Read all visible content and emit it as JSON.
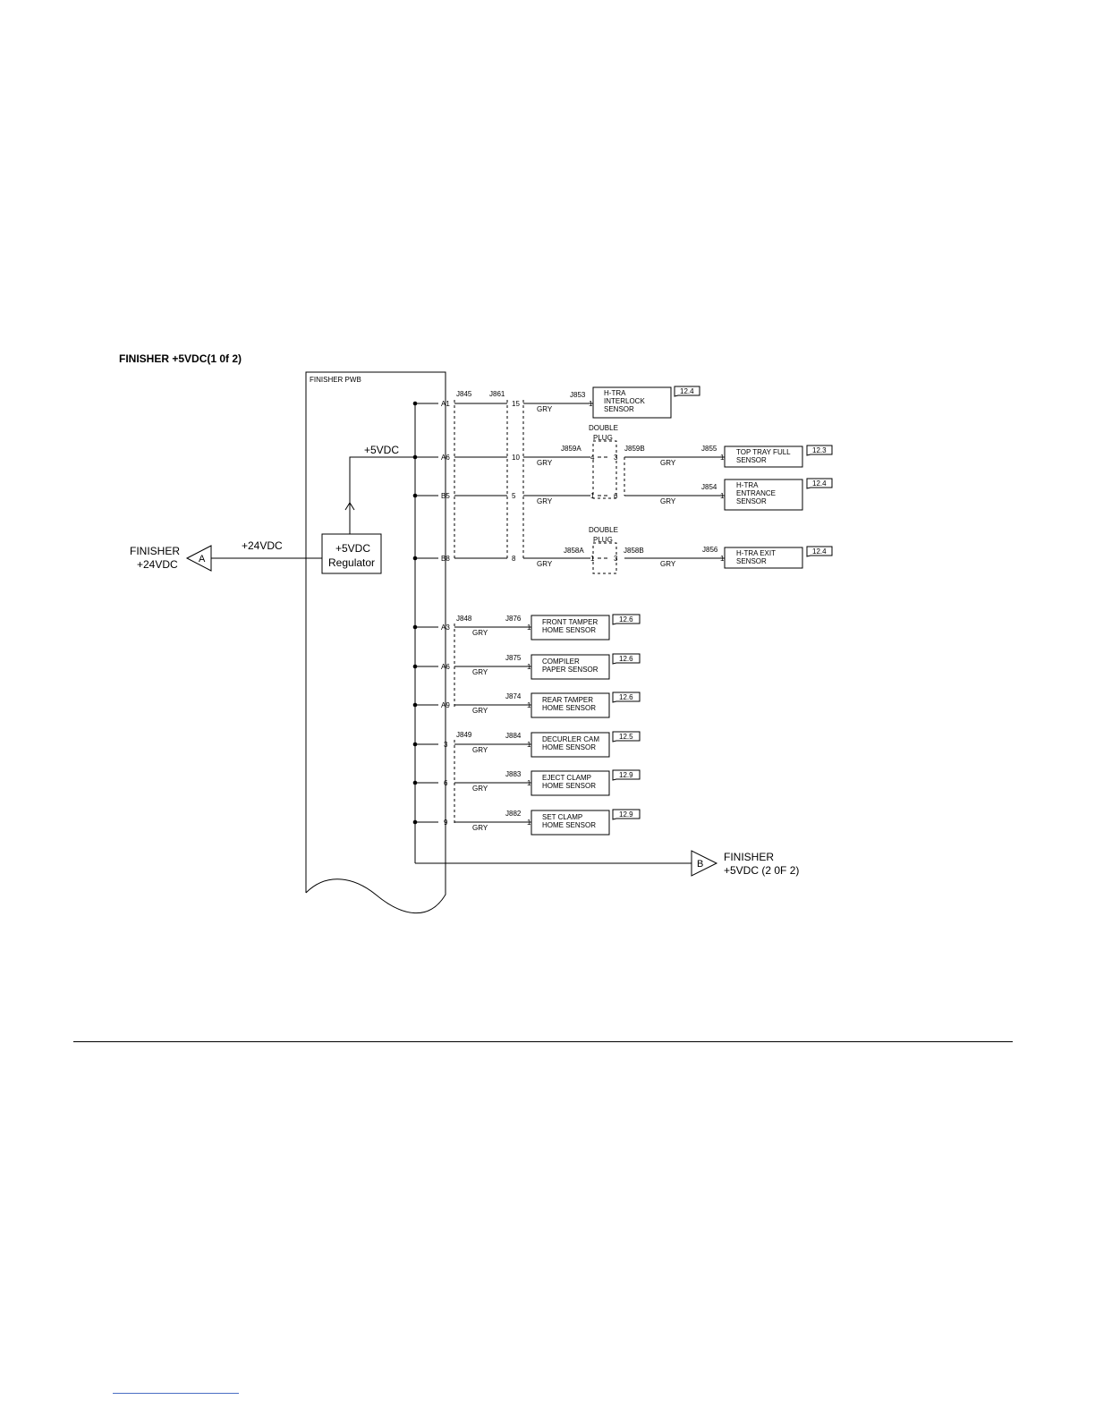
{
  "title": "FINISHER +5VDC(1 0f 2)",
  "pwb": {
    "label": "FINISHER PWB"
  },
  "regulator": {
    "line1": "+5VDC",
    "line2": "Regulator"
  },
  "inputs": {
    "v24_label": "+24VDC",
    "v5_label": "+5VDC",
    "connector_a": {
      "letter": "A",
      "label1": "FINISHER",
      "label2": "+24VDC"
    },
    "connector_b": {
      "letter": "B",
      "label1": "FINISHER",
      "label2": "+5VDC (2 0F 2)"
    }
  },
  "connectors": {
    "j845": "J845",
    "j861": "J861",
    "j848": "J848",
    "j849": "J849"
  },
  "double_plugs": [
    {
      "l1": "DOUBLE",
      "l2": "PLUG",
      "left": "J859A",
      "right": "J859B",
      "pins": [
        {
          "a": "4",
          "b": "3"
        },
        {
          "a": "1",
          "b": "6"
        }
      ]
    },
    {
      "l1": "DOUBLE",
      "l2": "PLUG",
      "left": "J858A",
      "right": "J858B",
      "pins": [
        {
          "a": "1",
          "b": "3"
        }
      ]
    }
  ],
  "wire_color": "GRY",
  "upper_lines": [
    {
      "pin": "A1",
      "j861pin": "15",
      "conn": "J853",
      "cpin": "1",
      "sensor": [
        "H-TRA",
        "INTERLOCK",
        "SENSOR"
      ],
      "ref": "12.4"
    },
    {
      "pin": "A6",
      "j861pin": "10",
      "conn": "J855",
      "cpin": "1",
      "sensor": [
        "TOP TRAY FULL",
        "SENSOR"
      ],
      "ref": "12.3"
    },
    {
      "pin": "B5",
      "j861pin": "5",
      "conn": "J854",
      "cpin": "1",
      "sensor": [
        "H-TRA",
        "ENTRANCE",
        "SENSOR"
      ],
      "ref": "12.4"
    },
    {
      "pin": "B8",
      "j861pin": "8",
      "conn": "J856",
      "cpin": "1",
      "sensor": [
        "H-TRA EXIT",
        "SENSOR"
      ],
      "ref": "12.4"
    }
  ],
  "lower_lines": [
    {
      "pin": "A3",
      "conn": "J876",
      "cpin": "1",
      "sensor": [
        "FRONT TAMPER",
        "HOME SENSOR"
      ],
      "ref": "12.6"
    },
    {
      "pin": "A6",
      "conn": "J875",
      "cpin": "1",
      "sensor": [
        "COMPILER",
        "PAPER SENSOR"
      ],
      "ref": "12.6"
    },
    {
      "pin": "A9",
      "conn": "J874",
      "cpin": "1",
      "sensor": [
        "REAR TAMPER",
        "HOME SENSOR"
      ],
      "ref": "12.6"
    },
    {
      "pin": "3",
      "conn": "J884",
      "cpin": "1",
      "sensor": [
        "DECURLER CAM",
        "HOME SENSOR"
      ],
      "ref": "12.5"
    },
    {
      "pin": "6",
      "conn": "J883",
      "cpin": "1",
      "sensor": [
        "EJECT CLAMP",
        "HOME SENSOR"
      ],
      "ref": "12.9"
    },
    {
      "pin": "9",
      "conn": "J882",
      "cpin": "1",
      "sensor": [
        "SET CLAMP",
        "HOME SENSOR"
      ],
      "ref": "12.9"
    }
  ]
}
